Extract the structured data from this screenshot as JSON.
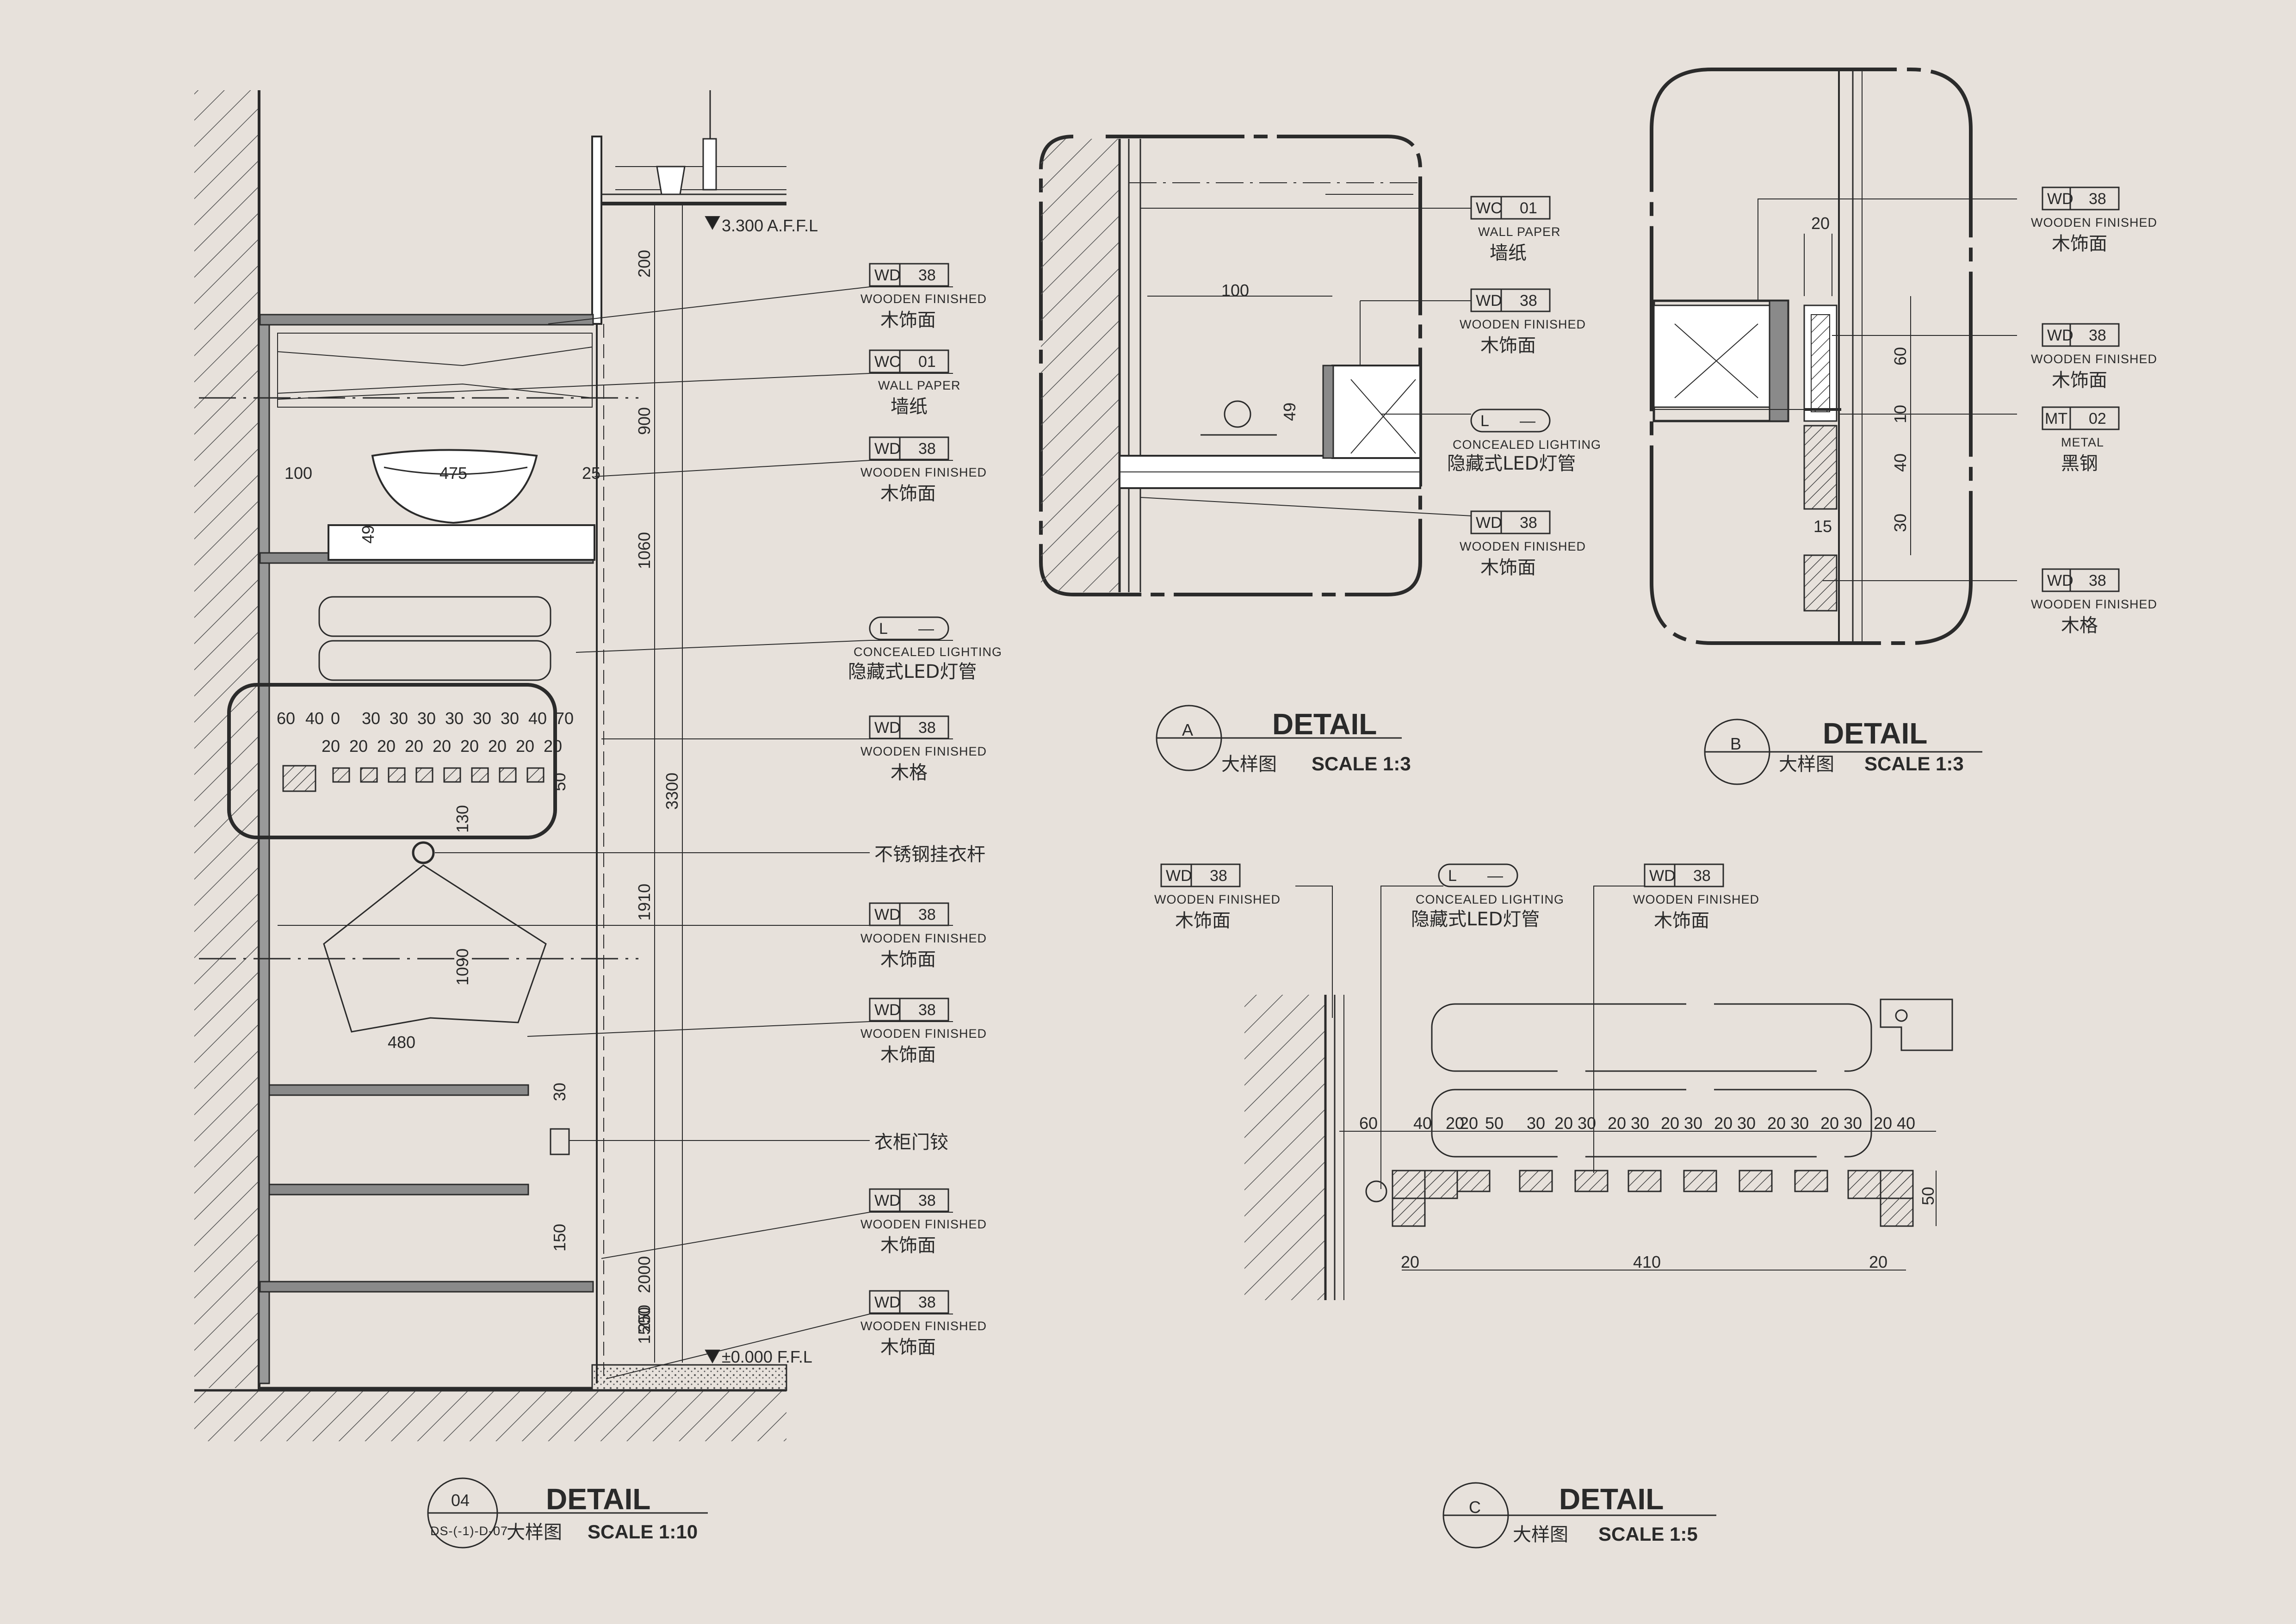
{
  "colors": {
    "background": "#e7e1db",
    "line": "#2b2b2b"
  },
  "levels": {
    "top": "3.300 A.F.F.L",
    "bottom": "±0.000 F.F.L"
  },
  "tags": {
    "wd38": {
      "code": "WD",
      "num": "38",
      "en": "WOODEN FINISHED",
      "zh": "木饰面"
    },
    "wd38_grid": {
      "code": "WD",
      "num": "38",
      "en": "WOODEN FINISHED",
      "zh": "木格"
    },
    "wc01": {
      "code": "WC",
      "num": "01",
      "en": "WALL PAPER",
      "zh": "墙纸"
    },
    "light": {
      "code": "L",
      "num": "—",
      "en": "CONCEALED LIGHTING",
      "zh": "隐藏式LED灯管"
    },
    "mt02": {
      "code": "MT",
      "num": "02",
      "en": "METAL",
      "zh": "黑钢"
    }
  },
  "notes": {
    "rail": "不锈钢挂衣杆",
    "hinge": "衣柜门铰"
  },
  "dims_main": {
    "d200": "200",
    "d900": "900",
    "d1060": "1060",
    "d3300": "3300",
    "d1910": "1910",
    "d1090": "1090",
    "d130": "130",
    "d480": "480",
    "d150": "150",
    "d1500": "1500",
    "d100": "100",
    "d475": "475",
    "d25": "25",
    "d49": "49",
    "d50": "50",
    "d30": "30",
    "d70": "70",
    "d2000": "2000",
    "d250": "250",
    "grid_top": [
      "60",
      "40",
      "0",
      "30",
      "30",
      "30",
      "30",
      "30",
      "30",
      "40",
      "70"
    ],
    "grid_bot": [
      "20",
      "20",
      "20",
      "20",
      "20",
      "20",
      "20",
      "20",
      "20"
    ]
  },
  "dims_a": {
    "d100": "100",
    "d49": "49"
  },
  "dims_b": {
    "d20": "20",
    "d60": "60",
    "d10": "10",
    "d40": "40",
    "d15": "15",
    "d30": "30"
  },
  "dims_c": {
    "top": [
      "60",
      "40",
      "20",
      "20",
      "50",
      "30",
      "20",
      "30",
      "20",
      "30",
      "20",
      "30",
      "20",
      "30",
      "20",
      "30",
      "20",
      "30",
      "20",
      "40"
    ],
    "d20a": "20",
    "d410": "410",
    "d20b": "20",
    "d50": "50"
  },
  "titles": {
    "main": {
      "label": "DETAIL",
      "zh": "大样图",
      "scale": "SCALE  1:10",
      "num": "04",
      "sheet": "DS-(-1)-D-07"
    },
    "a": {
      "label": "DETAIL",
      "zh": "大样图",
      "scale": "SCALE  1:3",
      "letter": "A"
    },
    "b": {
      "label": "DETAIL",
      "zh": "大样图",
      "scale": "SCALE  1:3",
      "letter": "B"
    },
    "c": {
      "label": "DETAIL",
      "zh": "大样图",
      "scale": "SCALE  1:5",
      "letter": "C"
    }
  }
}
